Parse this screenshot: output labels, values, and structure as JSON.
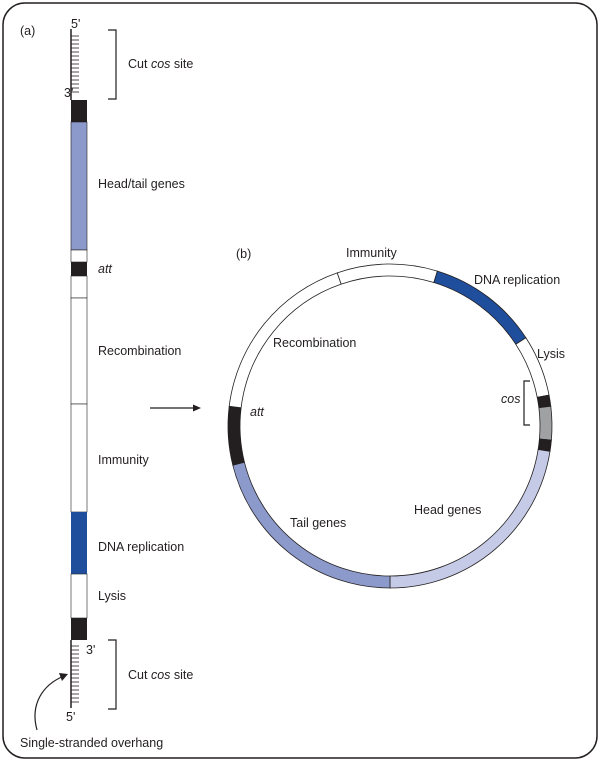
{
  "panel_a": {
    "label": "(a)",
    "top_5prime": "5'",
    "top_3prime": "3'",
    "top_cos_label": {
      "prefix": "Cut ",
      "cos": "cos",
      "suffix": " site"
    },
    "segments": [
      {
        "name": "head-tail-genes",
        "label": "Head/tail genes",
        "italic": false
      },
      {
        "name": "att",
        "label": "att",
        "italic": true
      },
      {
        "name": "recombination",
        "label": "Recombination",
        "italic": false
      },
      {
        "name": "immunity",
        "label": "Immunity",
        "italic": false
      },
      {
        "name": "dna-replication",
        "label": "DNA replication",
        "italic": false
      },
      {
        "name": "lysis",
        "label": "Lysis",
        "italic": false
      }
    ],
    "bottom_3prime": "3'",
    "bottom_5prime": "5'",
    "bottom_cos_label": {
      "prefix": "Cut ",
      "cos": "cos",
      "suffix": " site"
    },
    "overhang_label": "Single-stranded overhang"
  },
  "panel_b": {
    "label": "(b)",
    "labels": {
      "immunity": "Immunity",
      "dna_replication": "DNA replication",
      "lysis": "Lysis",
      "cos": "cos",
      "recombination": "Recombination",
      "att": "att",
      "tail_genes": "Tail genes",
      "head_genes": "Head genes"
    }
  },
  "colors": {
    "black": "#231f20",
    "dark_blue": "#1f4e9c",
    "medium_blue": "#8c9acb",
    "light_blue": "#c5cbe7",
    "gray": "#9fa1a3",
    "frame": "#231f20"
  }
}
